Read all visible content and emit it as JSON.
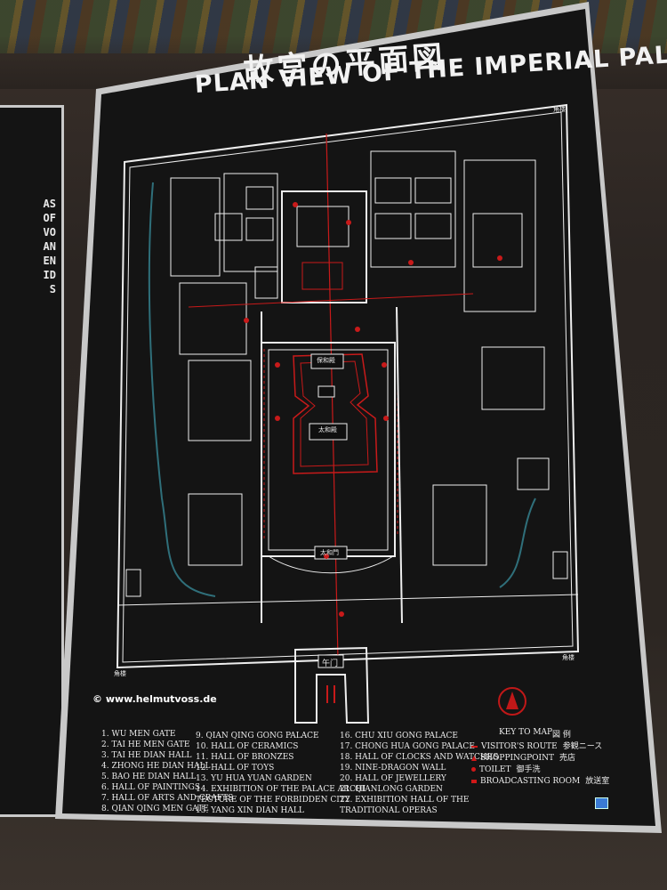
{
  "header": {
    "title_cn": "故宫の平面図",
    "title_en": "PLAN VIEW OF THE IMPERIAL PALACE"
  },
  "watermark": "© www.helmutvoss.de",
  "left_panel_fragments": [
    "AS",
    "OF",
    "VO",
    "AN",
    "EN",
    "ID",
    "S"
  ],
  "legend": {
    "col1": [
      "1. WU MEN GATE",
      "2. TAI HE MEN GATE",
      "3. TAI HE DIAN HALL",
      "4. ZHONG HE DIAN HALL",
      "5. BAO HE DIAN HALL",
      "6. HALL OF PAINTINGS",
      "7. HALL OF ARTS AND CRAFTS",
      "8. QIAN QING MEN GATE"
    ],
    "col2": [
      "9. QIAN QING GONG PALACE",
      "10. HALL OF CERAMICS",
      "11. HALL OF BRONZES",
      "12. HALL OF TOYS",
      "13. YU HUA YUAN GARDEN",
      "14. EXHIBITION OF THE PALACE ARCHI",
      "    TECTURE OF THE FORBIDDEN CITY",
      "15. YANG XIN DIAN HALL"
    ],
    "col3": [
      "16. CHU XIU GONG PALACE",
      "17. CHONG HUA GONG PALACE",
      "18. HALL OF CLOCKS AND WATCHES",
      "19. NINE-DRAGON WALL",
      "20. HALL OF JEWELLERY",
      "21. QIANLONG GARDEN",
      "22. EXHIBITION HALL OF THE",
      "    TRADITIONAL OPERAS"
    ]
  },
  "key": {
    "title": "KEY TO MAP",
    "title_cn": "図 例",
    "items": [
      {
        "label": "VISITOR'S ROUTE",
        "cn": "参観ニース",
        "icon": "route-dash"
      },
      {
        "label": "SHOPPINGPOINT",
        "cn": "売店",
        "icon": "shop-triangle"
      },
      {
        "label": "TOILET",
        "cn": "御手洗",
        "icon": "toilet-dot"
      },
      {
        "label": "BROADCASTING ROOM",
        "cn": "放送室",
        "icon": "broadcast-box"
      }
    ]
  },
  "map_labels": {
    "taihedian": "太和殿",
    "baohedian": "保和殿",
    "taihemen": "太和門",
    "wumen": "午门",
    "corner": "角楼"
  },
  "colors": {
    "board": "#141414",
    "lines": "#f0f0f0",
    "route": "#c81a1a",
    "water": "#2f6f7a"
  }
}
